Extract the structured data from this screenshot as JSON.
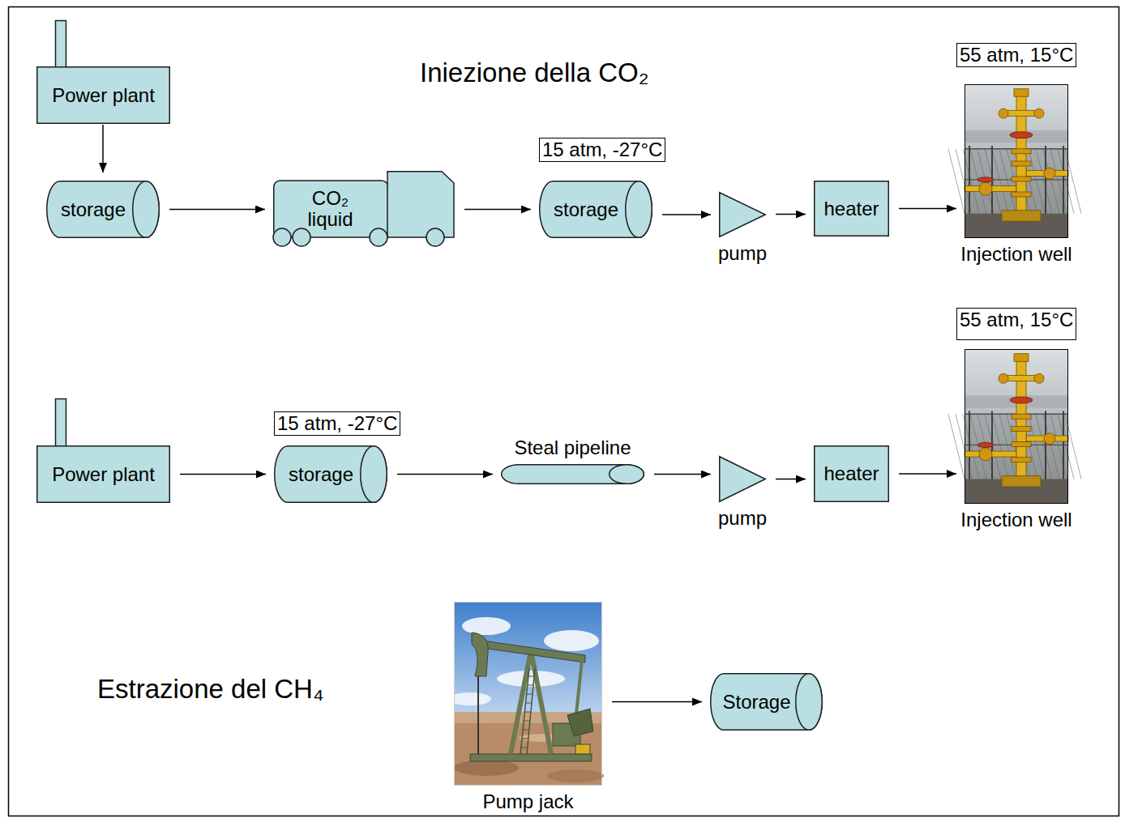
{
  "diagram": {
    "title": "Iniezione della CO₂",
    "nodes": [
      {
        "text": [
          "Power plant"
        ]
      },
      {
        "text": [
          "storage"
        ]
      },
      {
        "text": [
          "CO₂ liquid"
        ]
      },
      {
        "text": [
          "storage"
        ]
      },
      {
        "text": [
          "pump"
        ]
      },
      {
        "text": [
          "heater"
        ]
      },
      {
        "text": [
          "Injection well"
        ]
      },
      {
        "text": [
          "Power plant"
        ]
      },
      {
        "text": [
          "storage"
        ]
      },
      {
        "text": [
          "Steal pipeline"
        ]
      },
      {
        "text": [
          "pump"
        ]
      },
      {
        "text": [
          "heater"
        ]
      },
      {
        "text": [
          "Injection well"
        ]
      },
      {
        "text": [
          "Pump jack"
        ]
      },
      {
        "text": [
          "Storage"
        ]
      }
    ],
    "edges": [
      {
        "from": 0,
        "to": 1,
        "arrow": "to"
      },
      {
        "from": 1,
        "to": 2,
        "arrow": "to"
      },
      {
        "from": 2,
        "to": 3,
        "arrow": "to"
      },
      {
        "from": 3,
        "to": 4,
        "arrow": "to"
      },
      {
        "from": 4,
        "to": 5,
        "arrow": "to"
      },
      {
        "from": 5,
        "to": 6,
        "arrow": "to"
      },
      {
        "from": 7,
        "to": 8,
        "arrow": "to"
      },
      {
        "from": 8,
        "to": 9,
        "arrow": "to"
      },
      {
        "from": 9,
        "to": 10,
        "arrow": "to"
      },
      {
        "from": 10,
        "to": 11,
        "arrow": "to"
      },
      {
        "from": 11,
        "to": 12,
        "arrow": "to"
      },
      {
        "from": 13,
        "to": 14,
        "arrow": "to"
      }
    ],
    "labels": [
      "55 atm, 15°C",
      "15 atm, -27°C",
      "55 atm, 15°C",
      "15 atm, -27°C",
      "Estrazione del CH₄"
    ]
  }
}
